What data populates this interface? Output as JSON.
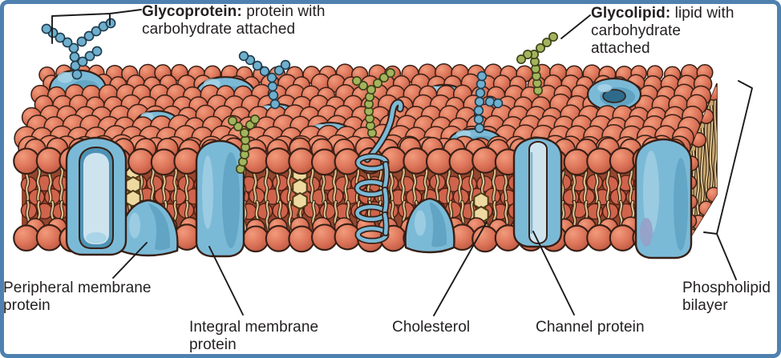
{
  "figure": {
    "type": "cell-membrane-diagram",
    "description": "Plasma membrane phospholipid bilayer with embedded proteins"
  },
  "labels": {
    "glycoprotein": {
      "term": "Glycoprotein:",
      "rest": " protein with carbohydrate attached"
    },
    "glycolipid": {
      "term": "Glycolipid:",
      "rest": " lipid with carbohydrate attached"
    },
    "peripheral_protein": "Peripheral membrane protein",
    "integral_protein": "Integral membrane protein",
    "cholesterol": "Cholesterol",
    "channel_protein": "Channel protein",
    "phospholipid_bilayer": "Phospholipid bilayer"
  },
  "palette": {
    "frame": "#4f81b0",
    "background": "#ffffff",
    "text": "#231f20",
    "line": "#1b1b1b",
    "head_base": "#dc7459",
    "head_light": "#f29b7c",
    "head_dark": "#b9553e",
    "outline": "#371f15",
    "mid_head": "#d0634c",
    "mid_head_outline": "#4a1e13",
    "face_bg": "#96462f",
    "tail": "#d9be8e",
    "tail_outline": "#2f1d0c",
    "side_bg": "#c9a76e",
    "protein_blue": "#7bbad7",
    "protein_blue_light": "#aad4e7",
    "protein_blue_dark": "#4d92b4",
    "protein_blue_deep": "#2e6b8a",
    "protein_inner": "#cde4ef",
    "cholesterol_yellow": "#eed9a1",
    "cholesterol_outline": "#4c3c18",
    "bead_green": "#a2b45c",
    "bead_green_outline": "#3c4018",
    "bead_blue": "#6fafce",
    "bead_blue_outline": "#1d3a4a",
    "lavender": "#98a0c8"
  }
}
